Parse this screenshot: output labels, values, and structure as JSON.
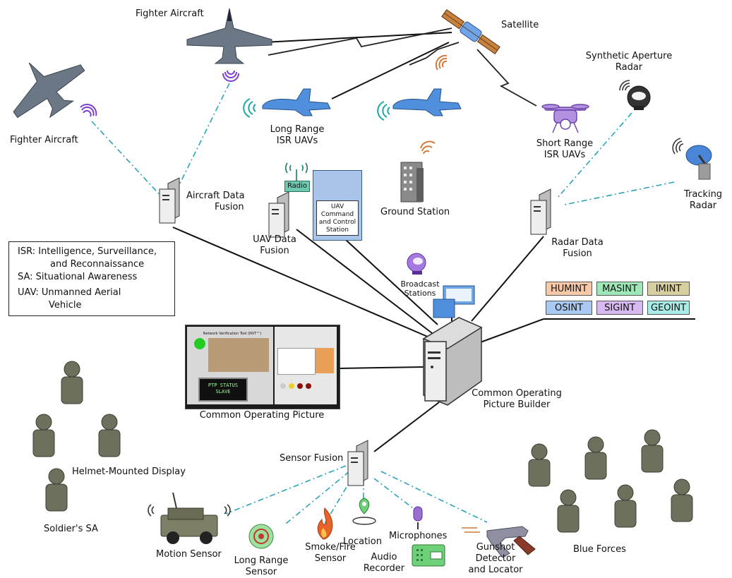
{
  "nodes": {
    "fighter_top": "Fighter Aircraft",
    "fighter_left": "Fighter Aircraft",
    "satellite": "Satellite",
    "sar_line1": "Synthetic Aperture",
    "sar_line2": "Radar",
    "long_range_uavs_line1": "Long Range",
    "long_range_uavs_line2": "ISR UAVs",
    "short_range_uavs_line1": "Short Range",
    "short_range_uavs_line2": "ISR UAVs",
    "tracking_radar_line1": "Tracking",
    "tracking_radar_line2": "Radar",
    "aircraft_fusion_line1": "Aircraft Data",
    "aircraft_fusion_line2": "Fusion",
    "uav_fusion_line1": "UAV Data",
    "uav_fusion_line2": "Fusion",
    "radio": "Radio",
    "uav_cc_line1": "UAV",
    "uav_cc_line2": "Command",
    "uav_cc_line3": "and Control",
    "uav_cc_line4": "Station",
    "ground_station": "Ground Station",
    "radar_fusion_line1": "Radar Data",
    "radar_fusion_line2": "Fusion",
    "broadcast_line1": "Broadcast",
    "broadcast_line2": "Stations",
    "cop": "Common Operating Picture",
    "cop_builder_line1": "Common Operating",
    "cop_builder_line2": "Picture Builder",
    "sensor_fusion": "Sensor Fusion",
    "helmet_display": "Helmet-Mounted Display",
    "soldier_sa": "Soldier's SA",
    "motion_sensor": "Motion Sensor",
    "long_range_sensor_line1": "Long Range",
    "long_range_sensor_line2": "Sensor",
    "smoke_line1": "Smoke/Fire",
    "smoke_line2": "Sensor",
    "location": "Location",
    "microphones": "Microphones",
    "audio_line1": "Audio",
    "audio_line2": "Recorder",
    "gunshot_line1": "Gunshot",
    "gunshot_line2": "Detector",
    "gunshot_line3": "and Locator",
    "blue_forces": "Blue Forces"
  },
  "legend": {
    "line1": "ISR: Intelligence, Surveillance,",
    "line2": "and Reconnaissance",
    "line3": "SA: Situational Awareness",
    "line4": "UAV: Unmanned Aerial",
    "line5": "Vehicle"
  },
  "int_types": [
    {
      "label": "HUMINT",
      "color": "#f8c9a8"
    },
    {
      "label": "MASINT",
      "color": "#9ee8b8"
    },
    {
      "label": "IMINT",
      "color": "#d8cfa0"
    },
    {
      "label": "OSINT",
      "color": "#a9c8f2"
    },
    {
      "label": "SIGINT",
      "color": "#d7b8f0"
    },
    {
      "label": "GEOINT",
      "color": "#a8ece8"
    }
  ],
  "screen_text": {
    "header": "Network Verification Tool (NVT™)",
    "lcd1": "PTP STATUS",
    "lcd2": "SLAVE"
  },
  "colors": {
    "link_solid": "#111111",
    "link_dashdot": "#2aa3b8",
    "wireless": "#333333",
    "uav_blue": "#4f8fdc",
    "drone_purple": "#9b6fd0",
    "signal_purple": "#7b3fd0",
    "signal_teal": "#1aa7a7",
    "signal_orange": "#d07a3a",
    "server": "#eeeeee"
  }
}
